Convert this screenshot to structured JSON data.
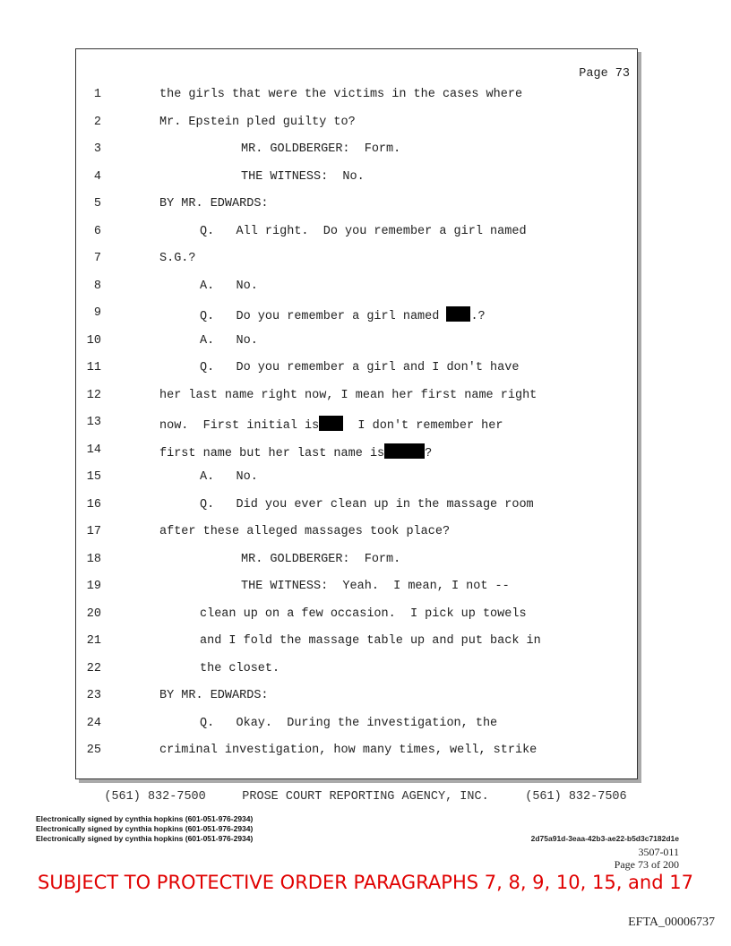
{
  "page_label": "Page 73",
  "lines": [
    {
      "n": "1",
      "indent": 0,
      "text": "the girls that were the victims in the cases where"
    },
    {
      "n": "2",
      "indent": 0,
      "text": "Mr. Epstein pled guilty to?"
    },
    {
      "n": "3",
      "indent": 2,
      "text": "MR. GOLDBERGER:  Form."
    },
    {
      "n": "4",
      "indent": 2,
      "text": "THE WITNESS:  No."
    },
    {
      "n": "5",
      "indent": 0,
      "text": "BY MR. EDWARDS:"
    },
    {
      "n": "6",
      "indent": 1,
      "text": "Q.   All right.  Do you remember a girl named"
    },
    {
      "n": "7",
      "indent": 0,
      "text": "S.G.?"
    },
    {
      "n": "8",
      "indent": 1,
      "text": "A.   No."
    },
    {
      "n": "9",
      "indent": 1,
      "text": "Q.   Do you remember a girl named ",
      "redact": "r1",
      "after": ".?"
    },
    {
      "n": "10",
      "indent": 1,
      "text": "A.   No."
    },
    {
      "n": "11",
      "indent": 1,
      "text": "Q.   Do you remember a girl and I don't have"
    },
    {
      "n": "12",
      "indent": 0,
      "text": "her last name right now, I mean her first name right"
    },
    {
      "n": "13",
      "indent": 0,
      "text": "now.  First initial is",
      "redact": "r2",
      "after": "  I don't remember her"
    },
    {
      "n": "14",
      "indent": 0,
      "text": "first name but her last name is",
      "redact": "r3",
      "after": "?"
    },
    {
      "n": "15",
      "indent": 1,
      "text": "A.   No."
    },
    {
      "n": "16",
      "indent": 1,
      "text": "Q.   Did you ever clean up in the massage room"
    },
    {
      "n": "17",
      "indent": 0,
      "text": "after these alleged massages took place?"
    },
    {
      "n": "18",
      "indent": 2,
      "text": "MR. GOLDBERGER:  Form."
    },
    {
      "n": "19",
      "indent": 2,
      "text": "THE WITNESS:  Yeah.  I mean, I not --"
    },
    {
      "n": "20",
      "indent": 1,
      "text": "clean up on a few occasion.  I pick up towels"
    },
    {
      "n": "21",
      "indent": 1,
      "text": "and I fold the massage table up and put back in"
    },
    {
      "n": "22",
      "indent": 1,
      "text": "the closet."
    },
    {
      "n": "23",
      "indent": 0,
      "text": "BY MR. EDWARDS:"
    },
    {
      "n": "24",
      "indent": 1,
      "text": "Q.   Okay.  During the investigation, the"
    },
    {
      "n": "25",
      "indent": 0,
      "text": "criminal investigation, how many times, well, strike"
    }
  ],
  "footer": {
    "agency_line": "(561) 832-7500     PROSE COURT REPORTING AGENCY, INC.     (561) 832-7506",
    "signatures": [
      "Electronically signed by cynthia hopkins (601-051-976-2934)",
      "Electronically signed by cynthia hopkins (601-051-976-2934)",
      "Electronically signed by cynthia hopkins (601-051-976-2934)"
    ],
    "hash": "2d75a91d-3eaa-42b3-ae22-b5d3c7182d1e",
    "doc_number": "3507-011",
    "page_of": "Page 73 of 200",
    "protective_order": "SUBJECT TO PROTECTIVE ORDER PARAGRAPHS 7, 8, 9, 10, 15, and 17",
    "bates": "EFTA_00006737"
  }
}
